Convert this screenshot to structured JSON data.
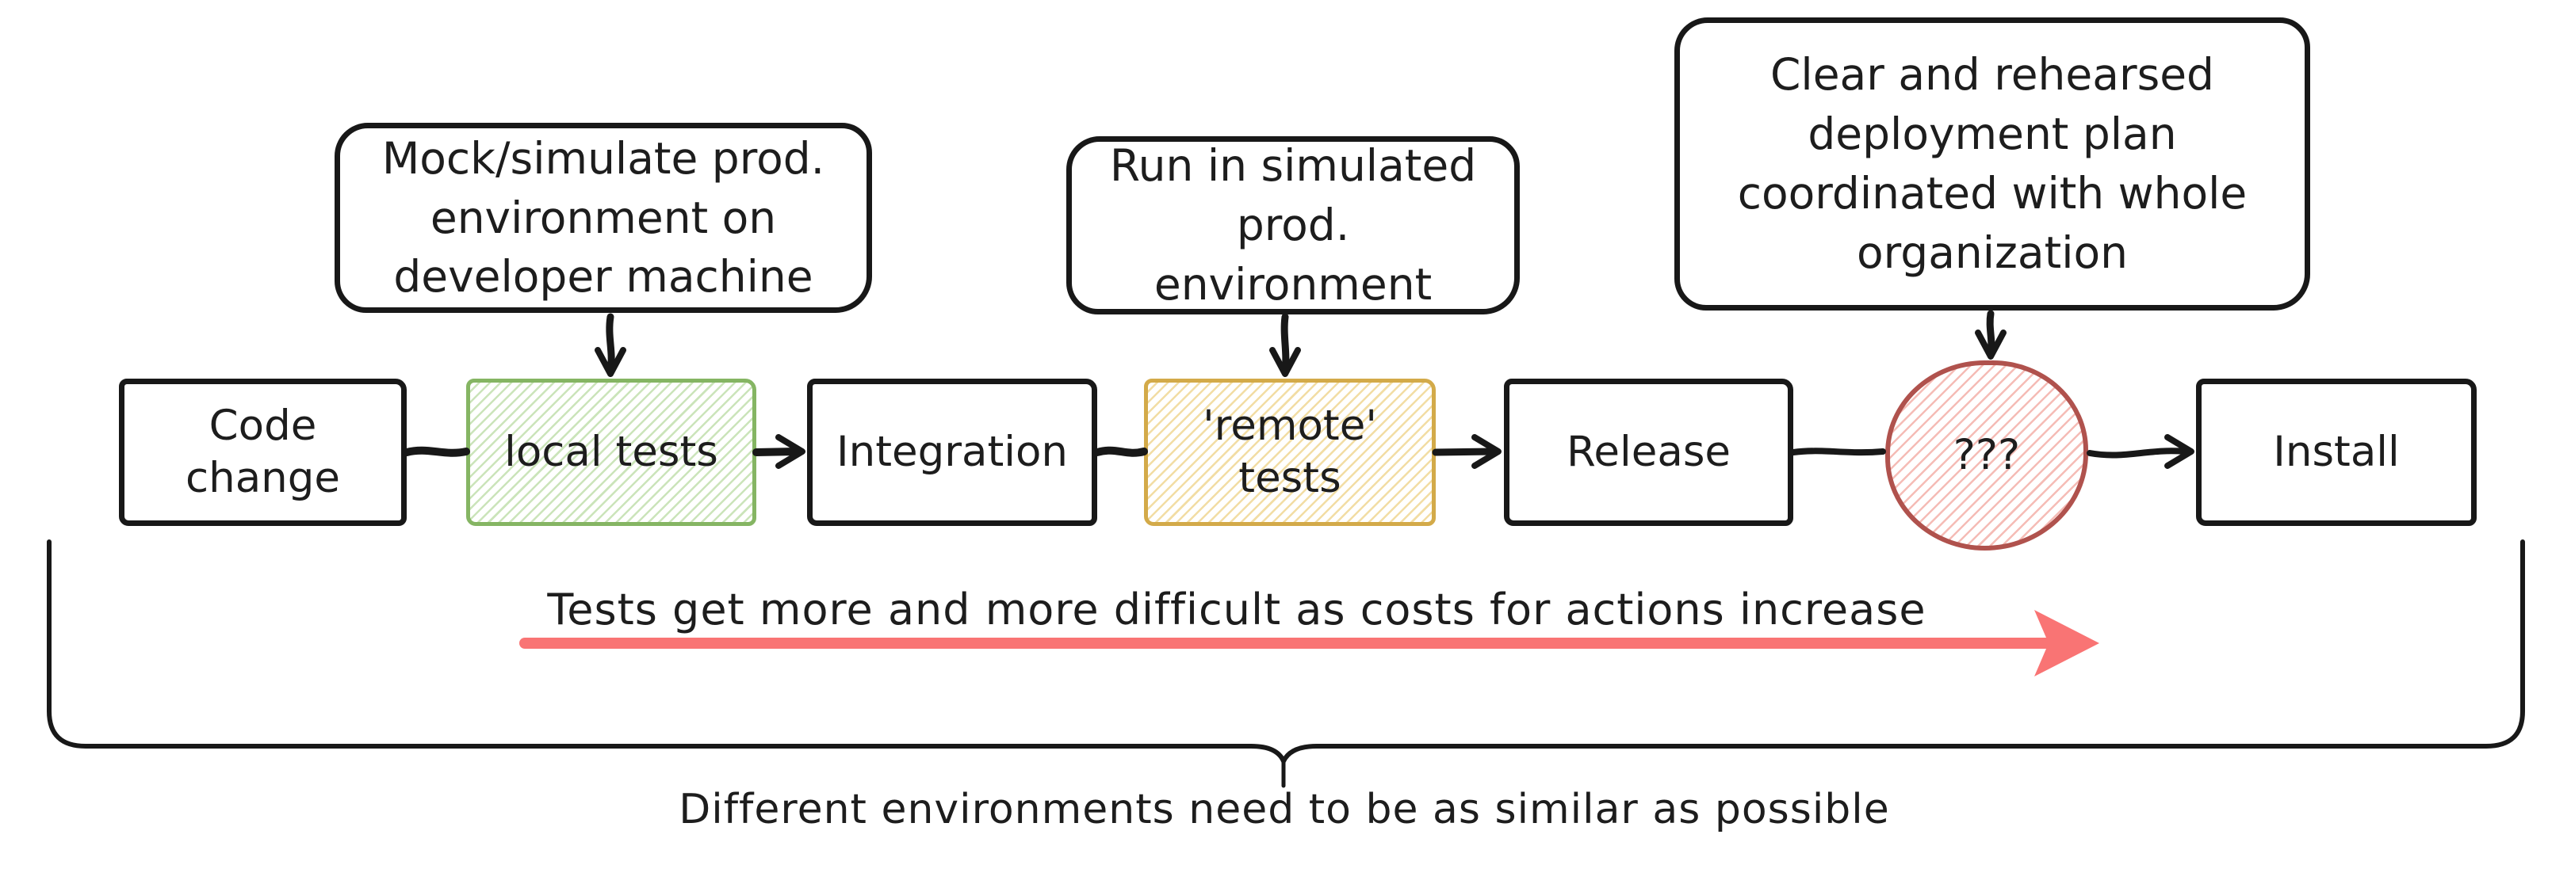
{
  "colors": {
    "ink": "#181818",
    "green_stroke": "#85b563",
    "green_hatch": "#cbe4ba",
    "yellow_stroke": "#d3aa49",
    "yellow_hatch": "#f2dda4",
    "red_stroke": "#b0524d",
    "red_hatch": "#f5bcb6",
    "cost_arrow": "#f97474"
  },
  "callouts": [
    {
      "id": "mock",
      "text": "Mock/simulate prod. environment on developer machine",
      "points_to": "local tests"
    },
    {
      "id": "run",
      "text": "Run in simulated prod. environment",
      "points_to": "'remote' tests"
    },
    {
      "id": "plan",
      "text": "Clear and rehearsed deployment plan coordinated with whole organization",
      "points_to": "???"
    }
  ],
  "pipeline": [
    {
      "label": "Code change",
      "variant": "plain"
    },
    {
      "label": "local tests",
      "variant": "green"
    },
    {
      "label": "Integration",
      "variant": "plain"
    },
    {
      "label": "'remote' tests",
      "variant": "yellow"
    },
    {
      "label": "Release",
      "variant": "plain"
    },
    {
      "label": "???",
      "variant": "red-circle"
    },
    {
      "label": "Install",
      "variant": "plain"
    }
  ],
  "annotations": {
    "cost_arrow_label": "Tests get more and more difficult as costs for actions increase",
    "brace_label": "Different environments need to be as similar as possible"
  }
}
